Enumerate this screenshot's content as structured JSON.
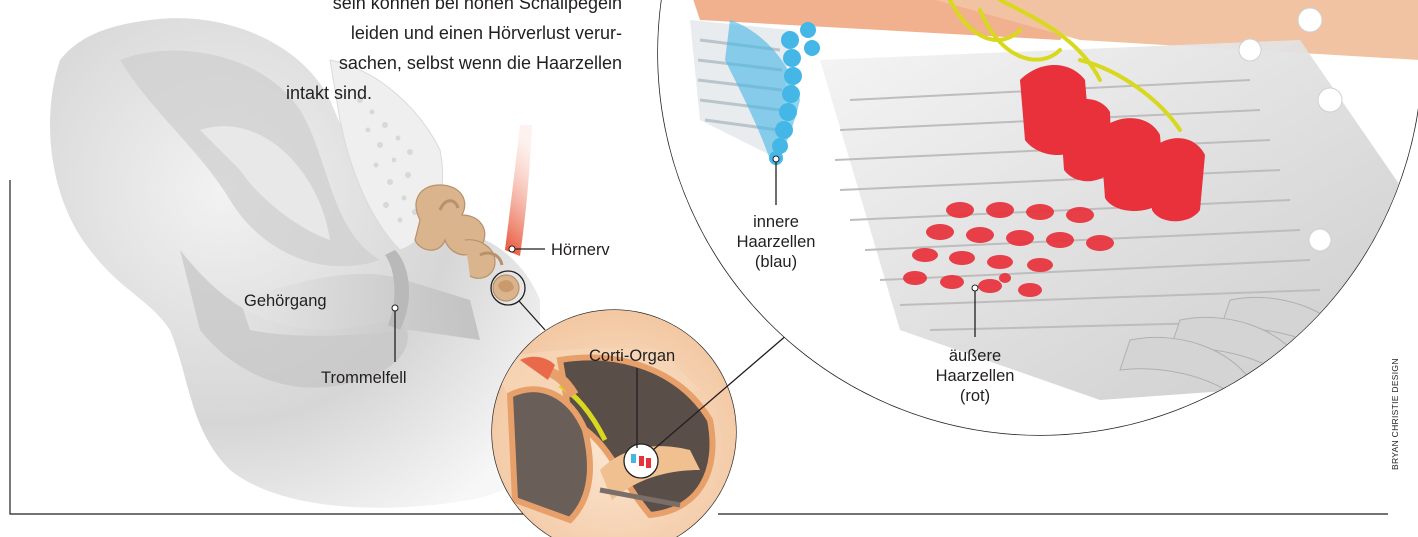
{
  "intro_text": {
    "line1": "sein können bei hohen Schallpegeln",
    "line2": "leiden und einen Hörverlust verur-",
    "line3": "sachen, selbst wenn die Haarzellen",
    "line4": "intakt sind."
  },
  "labels": {
    "gehoergang": "Gehörgang",
    "trommelfell": "Trommelfell",
    "hoernerv": "Hörnerv",
    "corti_organ": "Corti-Organ",
    "inner_hair_cells": {
      "line1": "innere",
      "line2": "Haarzellen",
      "line3": "(blau)"
    },
    "outer_hair_cells": {
      "line1": "äußere",
      "line2": "Haarzellen",
      "line3": "(rot)"
    }
  },
  "credit": "BRYAN CHRISTIE DESIGN",
  "colors": {
    "inner_hair_cells": "#45b7e6",
    "outer_hair_cells": "#e8313b",
    "nerve_fibers": "#d8d81e",
    "auditory_nerve": "#e45a35",
    "ossicles": "#d9b48c",
    "ear_tissue": "#dcdcdc",
    "label_text": "#231f20"
  }
}
